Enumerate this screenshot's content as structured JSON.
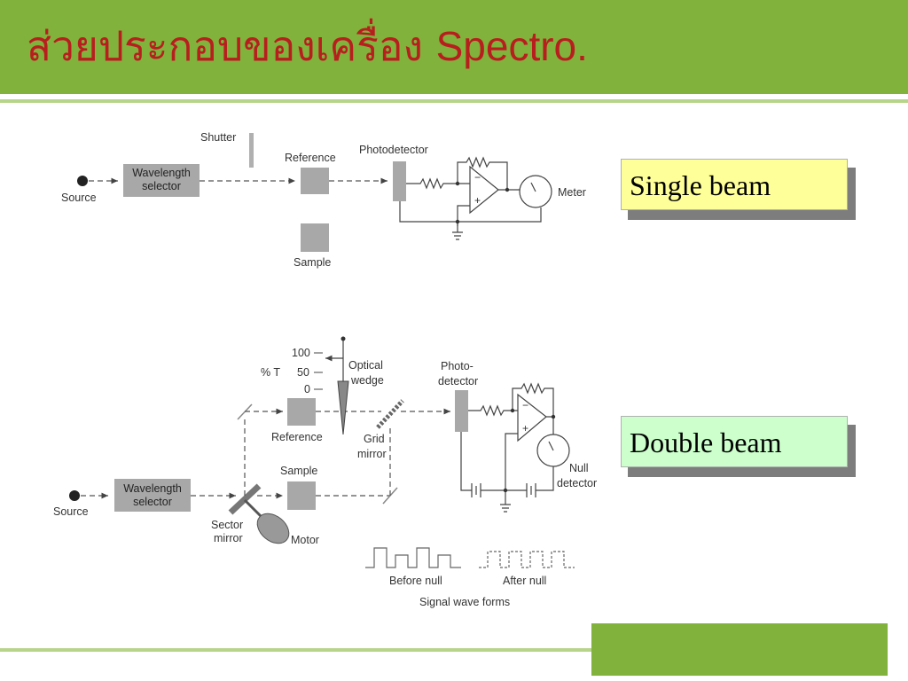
{
  "slide": {
    "title_thai": "ส่วยประกอบของเครื่อง",
    "title_latin": "Spectro."
  },
  "single_beam": {
    "badge": "Single beam",
    "badge_color": "#ffff99",
    "labels": {
      "source": "Source",
      "wavelength_line1": "Wavelength",
      "wavelength_line2": "selector",
      "shutter": "Shutter",
      "reference": "Reference",
      "sample": "Sample",
      "photodetector": "Photodetector",
      "meter": "Meter"
    }
  },
  "double_beam": {
    "badge": "Double beam",
    "badge_color": "#ccffcc",
    "labels": {
      "source": "Source",
      "wavelength_line1": "Wavelength",
      "wavelength_line2": "selector",
      "sector_line1": "Sector",
      "sector_line2": "mirror",
      "motor": "Motor",
      "reference": "Reference",
      "sample": "Sample",
      "percent_t": "% T",
      "t100": "100",
      "t50": "50",
      "t0": "0",
      "optical_line1": "Optical",
      "optical_line2": "wedge",
      "grid_line1": "Grid",
      "grid_line2": "mirror",
      "photo_line1": "Photo-",
      "photo_line2": "detector",
      "null_line1": "Null",
      "null_line2": "detector",
      "before_null": "Before null",
      "after_null": "After null",
      "signal_wave_forms": "Signal wave forms"
    }
  },
  "colors": {
    "header_green": "#80b23c",
    "title_red": "#b81e1e",
    "accent_line": "#b7d58a"
  }
}
